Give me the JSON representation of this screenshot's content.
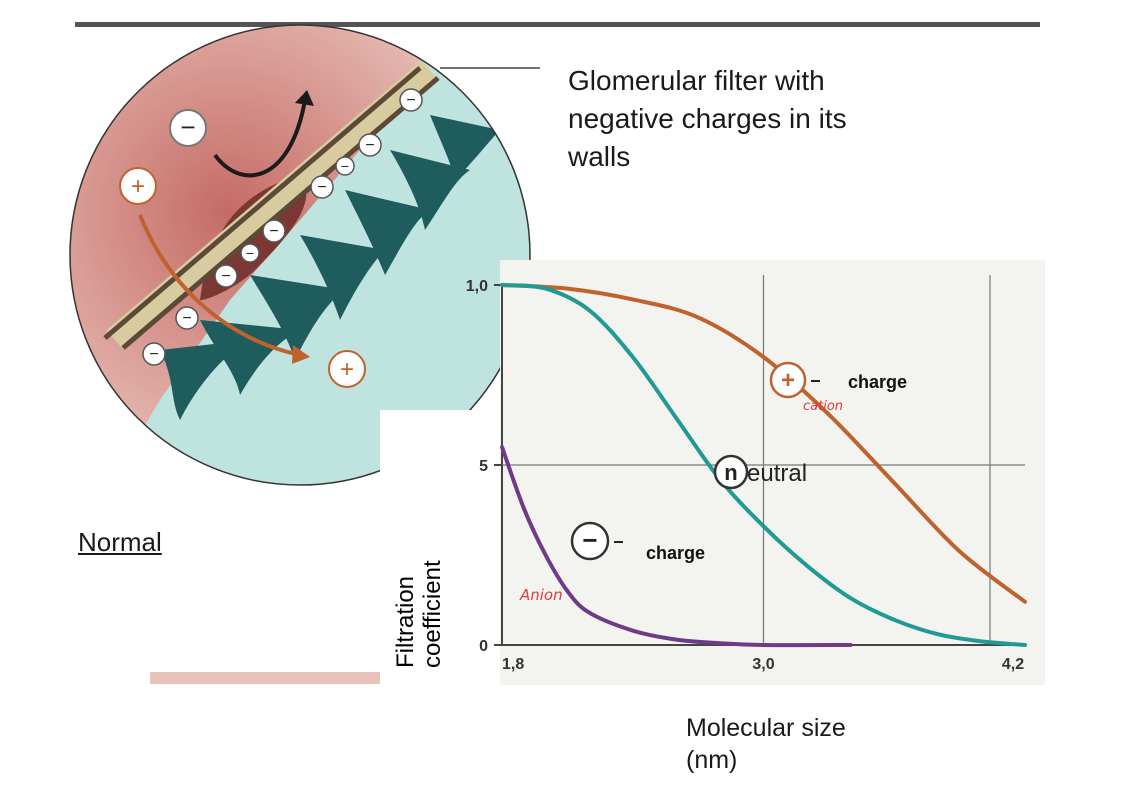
{
  "caption": {
    "filter_label_lines": [
      "Glomerular filter with",
      "negative charges in its",
      "walls"
    ],
    "normal_label": "Normal"
  },
  "illustration": {
    "charges": [
      "−",
      "+",
      "+",
      "−",
      "−",
      "−",
      "−",
      "−",
      "−",
      "−",
      "−",
      "−"
    ]
  },
  "chart_data": {
    "type": "line",
    "xlabel_lines": [
      "Molecular size",
      "(nm)"
    ],
    "ylabel_lines": [
      "Filtration",
      "coefficient"
    ],
    "x_ticks": [
      "1,8",
      "3,0",
      "4,2"
    ],
    "y_ticks": [
      "1,0",
      "5",
      "0"
    ],
    "xlim": [
      1.8,
      4.2
    ],
    "ylim": [
      0,
      1.0
    ],
    "grid": true,
    "series": [
      {
        "name": "charge",
        "symbol": "+",
        "handwritten_note": "cation",
        "color": "#c0622e",
        "x": [
          1.8,
          2.1,
          2.4,
          2.7,
          3.0,
          3.3,
          3.6,
          3.9,
          4.2
        ],
        "y": [
          1.0,
          0.99,
          0.96,
          0.91,
          0.8,
          0.64,
          0.45,
          0.26,
          0.12
        ]
      },
      {
        "name": "neutral",
        "symbol": "n",
        "color": "#1f9a95",
        "x": [
          1.8,
          2.0,
          2.2,
          2.4,
          2.6,
          2.8,
          3.0,
          3.2,
          3.4,
          3.6,
          3.8,
          4.0,
          4.2
        ],
        "y": [
          1.0,
          0.99,
          0.93,
          0.8,
          0.63,
          0.46,
          0.33,
          0.22,
          0.13,
          0.07,
          0.03,
          0.01,
          0.0
        ]
      },
      {
        "name": "charge",
        "symbol": "−",
        "handwritten_note": "Anion",
        "color": "#6e3b86",
        "x": [
          1.8,
          1.9,
          2.0,
          2.1,
          2.2,
          2.4,
          2.6,
          2.8,
          3.0,
          3.4
        ],
        "y": [
          0.55,
          0.38,
          0.25,
          0.15,
          0.09,
          0.04,
          0.015,
          0.005,
          0.0,
          0.0
        ]
      }
    ],
    "label_colors": {
      "cation_note": "#e03b3b",
      "anion_note": "#e03b3b"
    }
  }
}
